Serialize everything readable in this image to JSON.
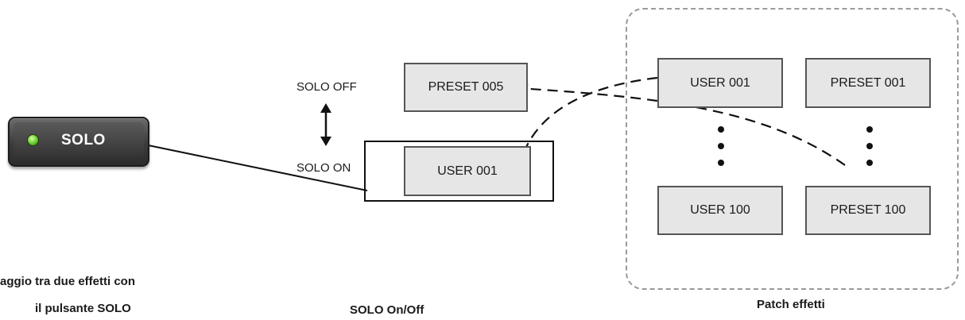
{
  "solo_button": {
    "label": "SOLO",
    "led_color": "#66c82e"
  },
  "solo_states": {
    "off_label": "SOLO OFF",
    "on_label": "SOLO ON"
  },
  "slots": {
    "off_effect": "PRESET 005",
    "on_effect": "USER 001"
  },
  "patch": {
    "user_first": "USER 001",
    "preset_first": "PRESET 001",
    "user_last": "USER 100",
    "preset_last": "PRESET 100"
  },
  "captions": {
    "left_line1": "aggio tra due effetti con",
    "left_line2": "il pulsante SOLO",
    "middle": "SOLO On/Off",
    "right": "Patch effetti"
  }
}
